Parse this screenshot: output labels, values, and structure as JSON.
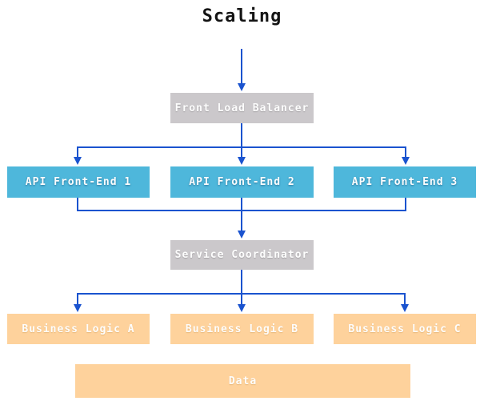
{
  "title": "Scaling",
  "colors": {
    "arrow": "#1a53cf",
    "box_gray": "#cbc8cb",
    "box_blue": "#4eb7db",
    "box_orange": "#fed29c",
    "box_text": "#fdfdfd",
    "title_text": "#141414"
  },
  "nodes": {
    "front_load_balancer": {
      "label": "Front Load Balancer",
      "color": "#cbc8cb"
    },
    "api_front_end_1": {
      "label": "API Front-End 1",
      "color": "#4eb7db"
    },
    "api_front_end_2": {
      "label": "API Front-End 2",
      "color": "#4eb7db"
    },
    "api_front_end_3": {
      "label": "API Front-End 3",
      "color": "#4eb7db"
    },
    "service_coordinator": {
      "label": "Service Coordinator",
      "color": "#cbc8cb"
    },
    "business_logic_a": {
      "label": "Business Logic A",
      "color": "#fed29c"
    },
    "business_logic_b": {
      "label": "Business Logic B",
      "color": "#fed29c"
    },
    "business_logic_c": {
      "label": "Business Logic C",
      "color": "#fed29c"
    },
    "data": {
      "label": "Data",
      "color": "#fed29c"
    }
  },
  "edges": [
    {
      "from": "top",
      "to": "front_load_balancer"
    },
    {
      "from": "front_load_balancer",
      "to": "api_front_end_1"
    },
    {
      "from": "front_load_balancer",
      "to": "api_front_end_2"
    },
    {
      "from": "front_load_balancer",
      "to": "api_front_end_3"
    },
    {
      "from": "api_front_end_1",
      "to": "service_coordinator"
    },
    {
      "from": "api_front_end_2",
      "to": "service_coordinator"
    },
    {
      "from": "api_front_end_3",
      "to": "service_coordinator"
    },
    {
      "from": "service_coordinator",
      "to": "business_logic_a"
    },
    {
      "from": "service_coordinator",
      "to": "business_logic_b"
    },
    {
      "from": "service_coordinator",
      "to": "business_logic_c"
    }
  ]
}
